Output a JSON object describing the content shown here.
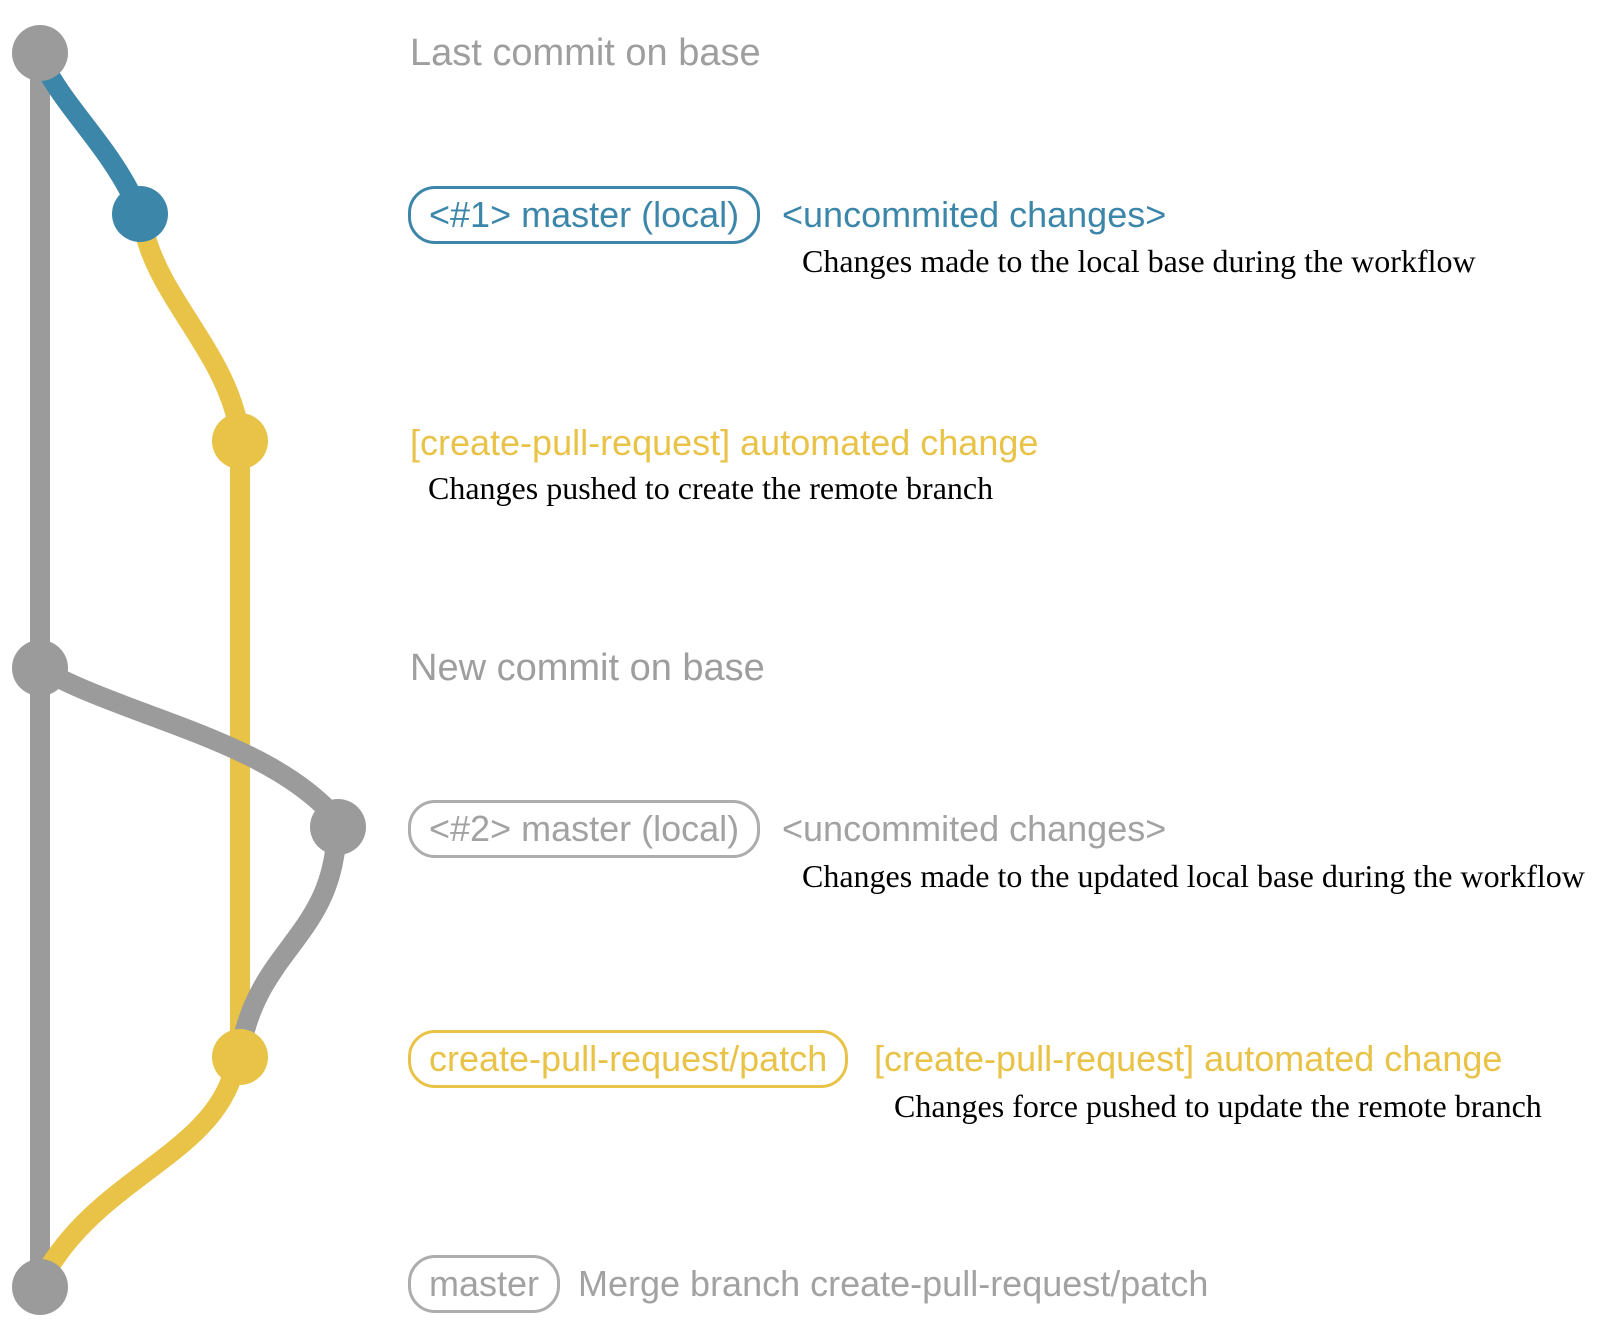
{
  "colors": {
    "gray_line": "#9b9b9b",
    "gray_text": "#9e9e9e",
    "gray_badge_border": "#adadad",
    "gray_badge_text": "#a2a2a2",
    "blue": "#3c87a9",
    "yellow": "#e9c347",
    "desc_text": "#000000",
    "background": "#ffffff"
  },
  "graph": {
    "branches": [
      {
        "name": "base",
        "color": "gray"
      },
      {
        "name": "local master changes #1",
        "color": "blue"
      },
      {
        "name": "create-pull-request/patch",
        "color": "yellow"
      },
      {
        "name": "local master changes #2",
        "color": "gray"
      }
    ],
    "commits": [
      {
        "name": "last-commit-on-base",
        "branch": "base",
        "color": "gray"
      },
      {
        "name": "uncommited-changes-1",
        "branch": "local master changes #1",
        "color": "blue"
      },
      {
        "name": "automated-change-1",
        "branch": "create-pull-request/patch",
        "color": "yellow"
      },
      {
        "name": "new-commit-on-base",
        "branch": "base",
        "color": "gray"
      },
      {
        "name": "uncommited-changes-2",
        "branch": "local master changes #2",
        "color": "gray"
      },
      {
        "name": "automated-change-2",
        "branch": "create-pull-request/patch",
        "color": "yellow"
      },
      {
        "name": "merge-commit",
        "branch": "base",
        "color": "gray"
      }
    ]
  },
  "rows": {
    "row1": {
      "caption": "Last commit on base"
    },
    "row2": {
      "badge": "<#1> master (local)",
      "note": "<uncommited changes>",
      "desc": "Changes made to the local base during the workflow"
    },
    "row3": {
      "note": "[create-pull-request] automated change",
      "desc": "Changes pushed to create the remote branch"
    },
    "row4": {
      "caption": "New commit on base"
    },
    "row5": {
      "badge": "<#2> master (local)",
      "note": "<uncommited changes>",
      "desc": "Changes made to the updated local base during the workflow"
    },
    "row6": {
      "badge": "create-pull-request/patch",
      "note": "[create-pull-request] automated change",
      "desc": "Changes force pushed to update the remote branch"
    },
    "row7": {
      "badge": "master",
      "note": "Merge branch create-pull-request/patch"
    }
  }
}
